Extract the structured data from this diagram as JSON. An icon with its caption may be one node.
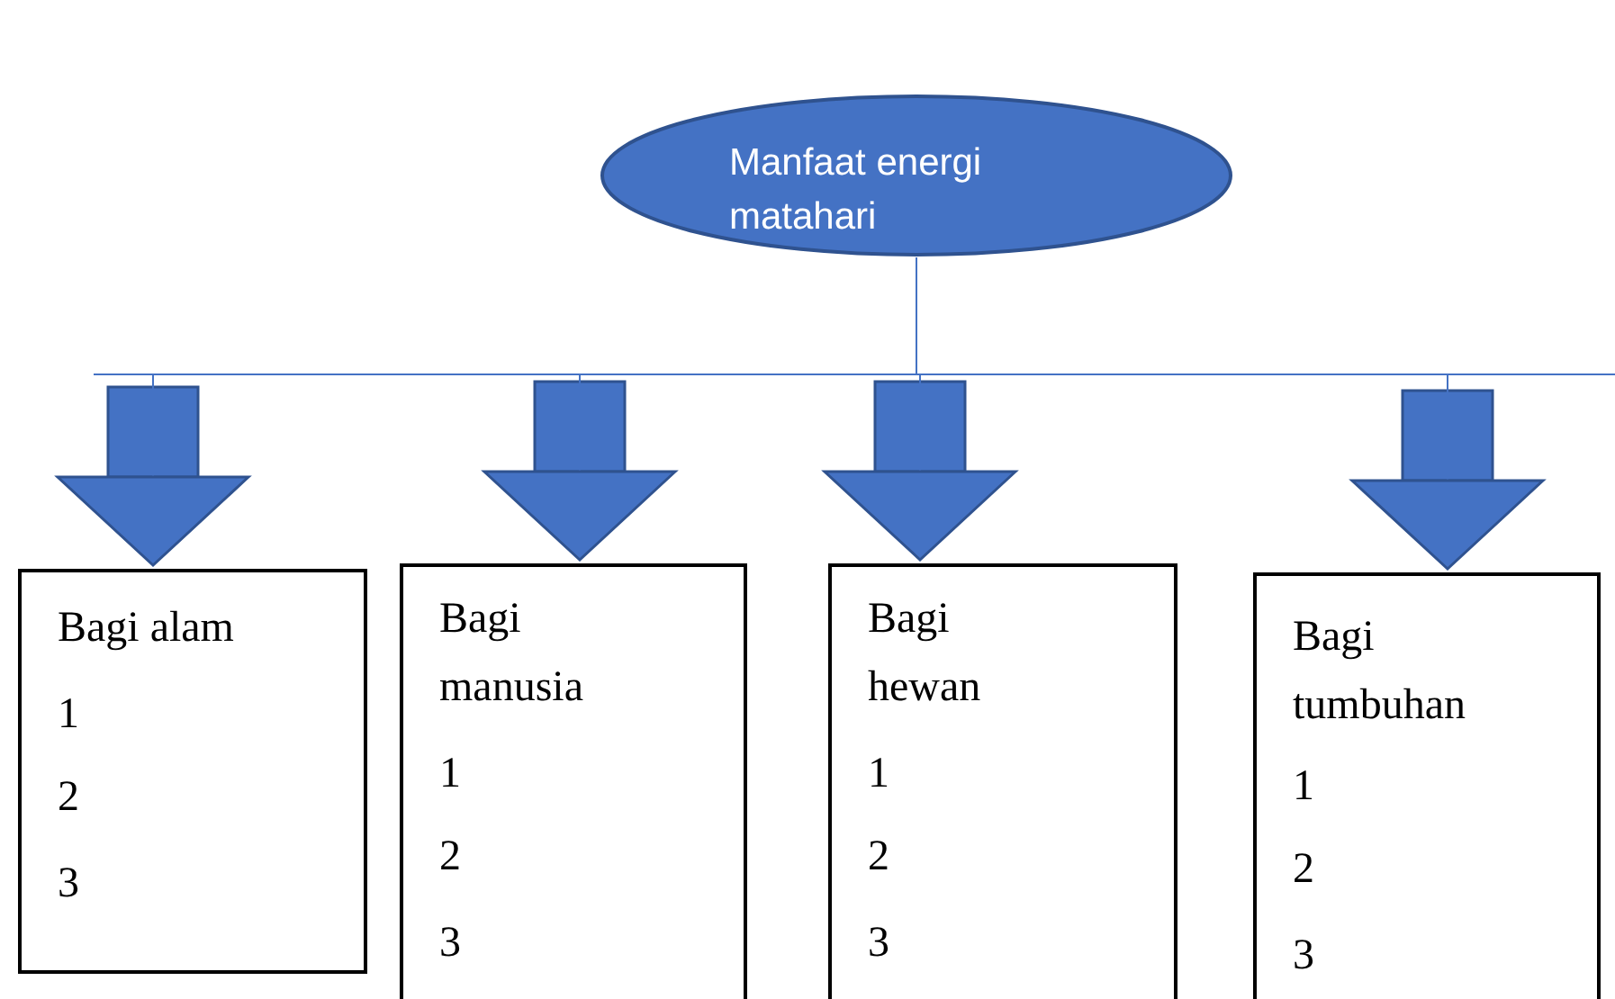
{
  "diagram": {
    "nodes": [
      {
        "text": [
          "Manfaat energi matahari"
        ]
      },
      {
        "text": [
          "Bagi alam",
          "1",
          "2",
          "3"
        ]
      },
      {
        "text": [
          "Bagi manusia",
          "1",
          "2",
          "3"
        ]
      },
      {
        "text": [
          "Bagi hewan",
          "1",
          "2",
          "3"
        ]
      },
      {
        "text": [
          "Bagi tumbuhan",
          "1",
          "2",
          "3"
        ]
      }
    ],
    "edges": [
      {
        "from": 0,
        "to": 1,
        "arrow": "to"
      },
      {
        "from": 0,
        "to": 2,
        "arrow": "to"
      },
      {
        "from": 0,
        "to": 3,
        "arrow": "to"
      },
      {
        "from": 0,
        "to": 4,
        "arrow": "to"
      }
    ]
  }
}
